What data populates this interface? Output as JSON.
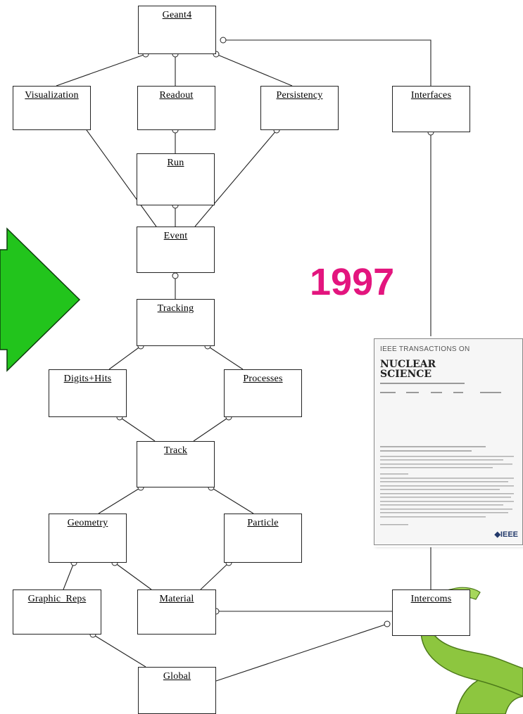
{
  "diagram": {
    "title_node": "Geant4",
    "nodes": [
      {
        "id": "geant4",
        "label": "Geant4"
      },
      {
        "id": "visualization",
        "label": "Visualization"
      },
      {
        "id": "readout",
        "label": "Readout"
      },
      {
        "id": "persistency",
        "label": "Persistency"
      },
      {
        "id": "interfaces",
        "label": "Interfaces"
      },
      {
        "id": "run",
        "label": "Run"
      },
      {
        "id": "event",
        "label": "Event"
      },
      {
        "id": "tracking",
        "label": "Tracking"
      },
      {
        "id": "digits_hits",
        "label": "Digits+Hits"
      },
      {
        "id": "processes",
        "label": "Processes"
      },
      {
        "id": "track",
        "label": "Track"
      },
      {
        "id": "geometry",
        "label": "Geometry"
      },
      {
        "id": "particle",
        "label": "Particle"
      },
      {
        "id": "graphic_reps",
        "label": "Graphic_Reps"
      },
      {
        "id": "material",
        "label": "Material"
      },
      {
        "id": "intercoms",
        "label": "Intercoms"
      },
      {
        "id": "global",
        "label": "Global"
      }
    ],
    "edges": [
      {
        "from": "geant4",
        "to": "visualization"
      },
      {
        "from": "geant4",
        "to": "readout"
      },
      {
        "from": "geant4",
        "to": "persistency"
      },
      {
        "from": "geant4",
        "to": "interfaces"
      },
      {
        "from": "visualization",
        "to": "event"
      },
      {
        "from": "readout",
        "to": "run"
      },
      {
        "from": "persistency",
        "to": "event"
      },
      {
        "from": "run",
        "to": "event"
      },
      {
        "from": "interfaces",
        "to": "intercoms"
      },
      {
        "from": "event",
        "to": "tracking"
      },
      {
        "from": "tracking",
        "to": "digits_hits"
      },
      {
        "from": "tracking",
        "to": "processes"
      },
      {
        "from": "digits_hits",
        "to": "track"
      },
      {
        "from": "processes",
        "to": "track"
      },
      {
        "from": "track",
        "to": "geometry"
      },
      {
        "from": "track",
        "to": "particle"
      },
      {
        "from": "geometry",
        "to": "graphic_reps"
      },
      {
        "from": "geometry",
        "to": "material"
      },
      {
        "from": "particle",
        "to": "material"
      },
      {
        "from": "material",
        "to": "intercoms"
      },
      {
        "from": "graphic_reps",
        "to": "global"
      },
      {
        "from": "intercoms",
        "to": "global"
      }
    ]
  },
  "year_label": "1997",
  "journal_cover": {
    "header": "IEEE TRANSACTIONS ON",
    "title_line1": "NUCLEAR",
    "title_line2": "SCIENCE",
    "logo": "◆IEEE"
  },
  "colors": {
    "arrow_fill": "#22c41c",
    "arrow_stroke": "#0d3d0d",
    "year_text": "#e3157e",
    "line": "#222222",
    "mascot": "#8dc63f"
  }
}
